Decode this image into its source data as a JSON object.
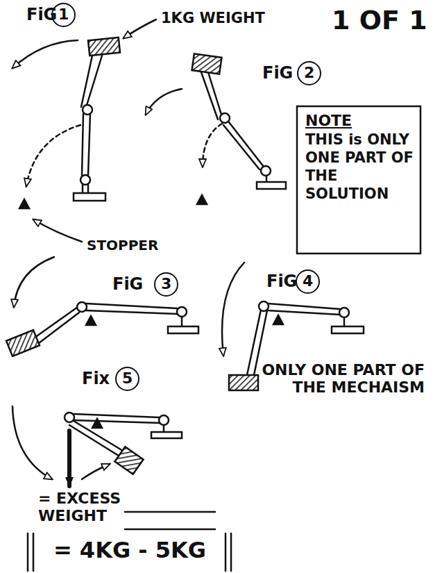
{
  "diagram": {
    "nodes": [
      {
        "text": [
          "NOTE",
          "THIS is ONLY ONE PART OF THE SOLUTION"
        ]
      },
      {
        "text": [
          "= 4KG - 5KG"
        ]
      }
    ],
    "labels": [
      "FiG",
      "1",
      "1KG WEIGHT",
      "1 OF 1",
      "FiG",
      "2",
      "STOPPER",
      "FiG",
      "3",
      "FiG",
      "4",
      "ONLY ONE PART OF THE MECHAISM",
      "Fix",
      "5",
      "= EXCESS WEIGHT"
    ]
  }
}
